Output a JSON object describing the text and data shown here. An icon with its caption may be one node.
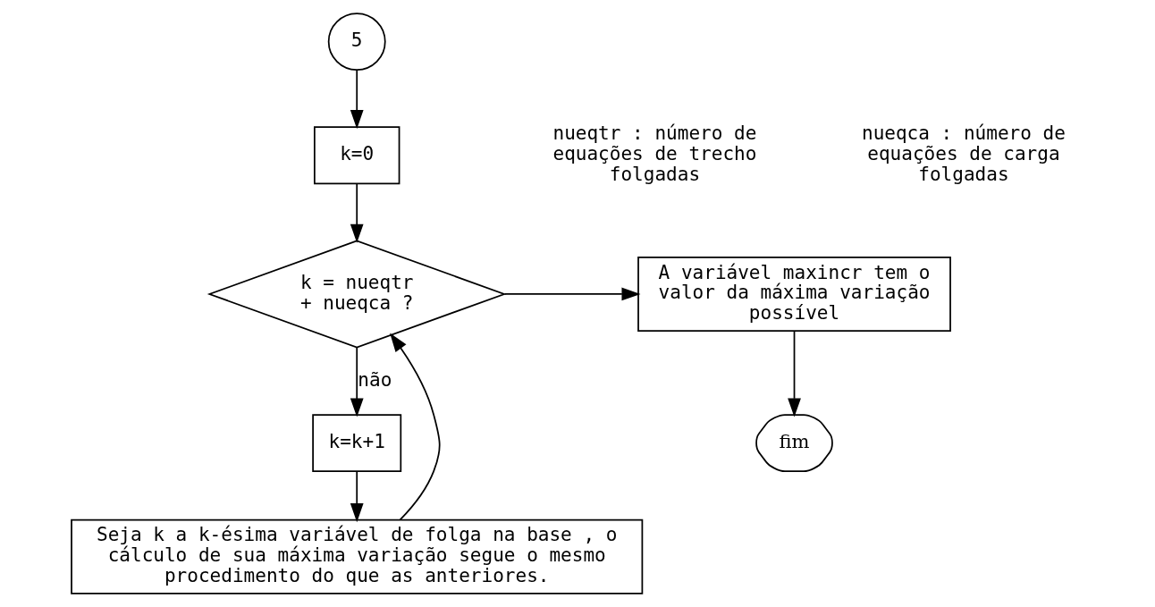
{
  "diagram": {
    "nodes": [
      {
        "text": [
          "5"
        ]
      },
      {
        "text": [
          "k=0"
        ]
      },
      {
        "text": [
          "k = nueqtr + nueqca ?"
        ]
      },
      {
        "text": [
          "A variável maxincr tem o valor da máxima variação possível"
        ]
      },
      {
        "text": [
          "fim"
        ]
      },
      {
        "text": [
          "k=k+1"
        ]
      },
      {
        "text": [
          "Seja k a k-ésima variável de folga na base , o cálculo de sua máxima variação segue o mesmo procedimento do que as anteriores."
        ]
      }
    ],
    "edges": [
      {
        "from": 0,
        "to": 1,
        "arrow": "to"
      },
      {
        "from": 1,
        "to": 2,
        "arrow": "to"
      },
      {
        "from": 2,
        "to": 3,
        "arrow": "to"
      },
      {
        "from": 3,
        "to": 4,
        "arrow": "to"
      },
      {
        "from": 2,
        "to": 5,
        "arrow": "to",
        "label": "não"
      },
      {
        "from": 5,
        "to": 6,
        "arrow": "to"
      },
      {
        "from": 6,
        "to": 2,
        "arrow": "to"
      }
    ],
    "labels": [
      "nueqtr : número de equações de trecho folgadas",
      "nueqca : número de equações de carga folgadas"
    ]
  }
}
